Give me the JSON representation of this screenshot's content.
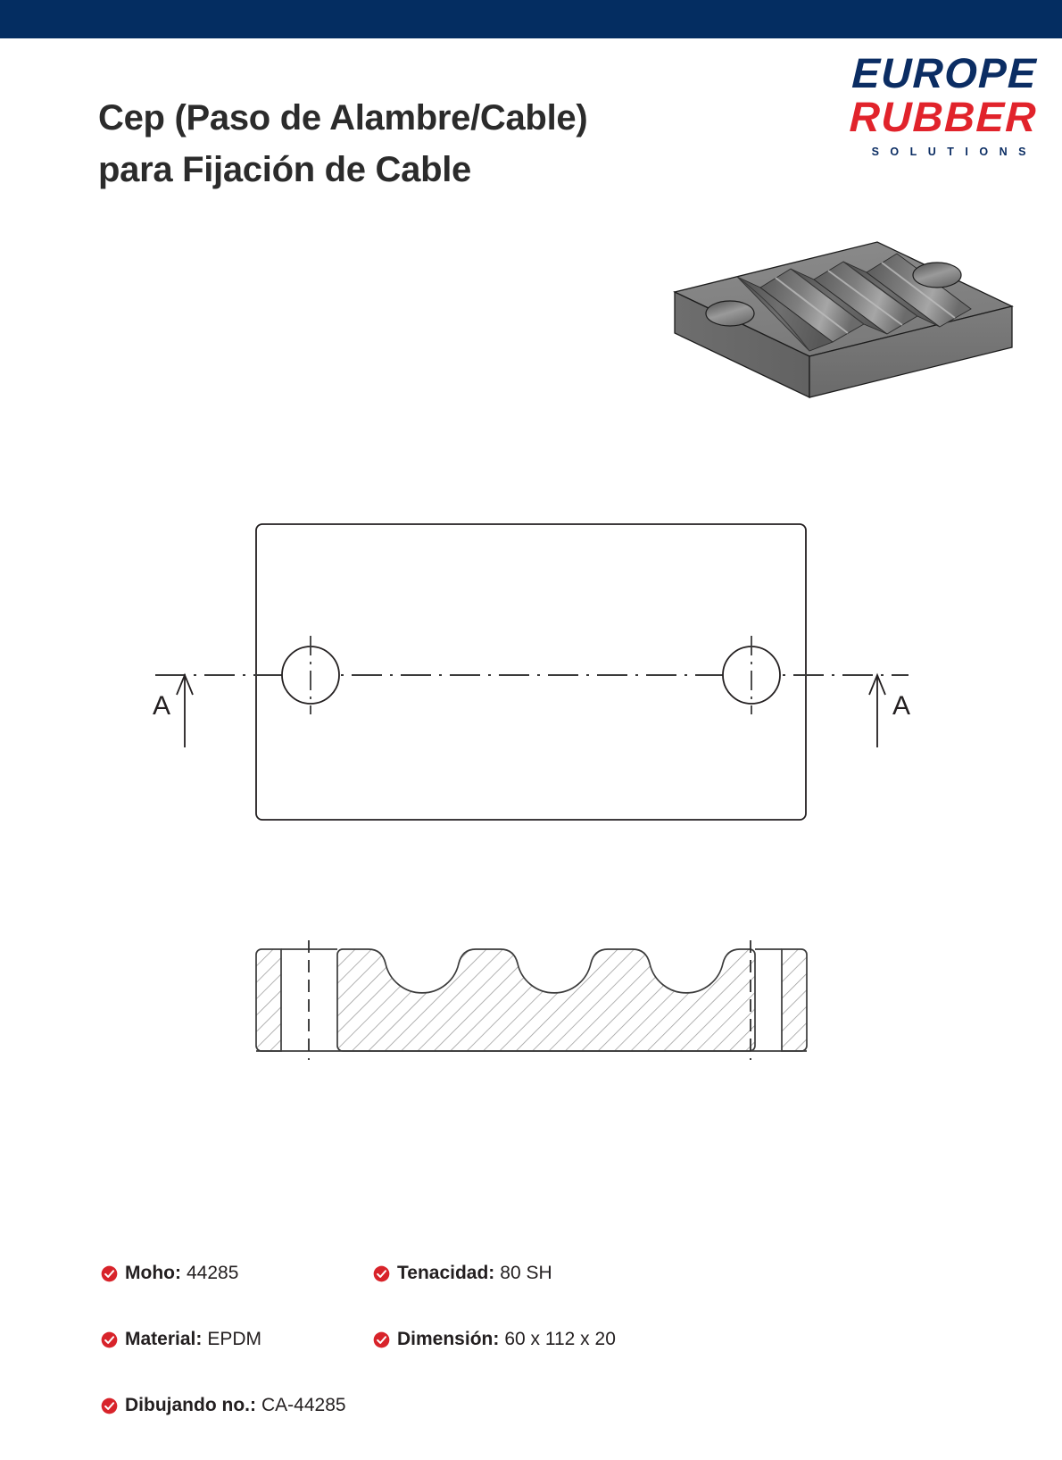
{
  "header": {
    "title": "Cep (Paso de Alambre/Cable)\npara Fijación de Cable",
    "accent_navy": "#042d61",
    "accent_red": "#e1232b"
  },
  "logo": {
    "line1": "EUROPE",
    "line2": "RUBBER",
    "line3": "SOLUTIONS"
  },
  "drawing": {
    "section_label_left": "A",
    "section_label_right": "A"
  },
  "specs": [
    [
      {
        "label": "Moho:",
        "value": "44285"
      },
      {
        "label": "Tenacidad:",
        "value": "80 SH"
      }
    ],
    [
      {
        "label": "Material:",
        "value": "EPDM"
      },
      {
        "label": "Dimensión:",
        "value": "60 x 112 x 20"
      }
    ],
    [
      {
        "label": "Dibujando no.:",
        "value": "CA-44285"
      }
    ]
  ]
}
